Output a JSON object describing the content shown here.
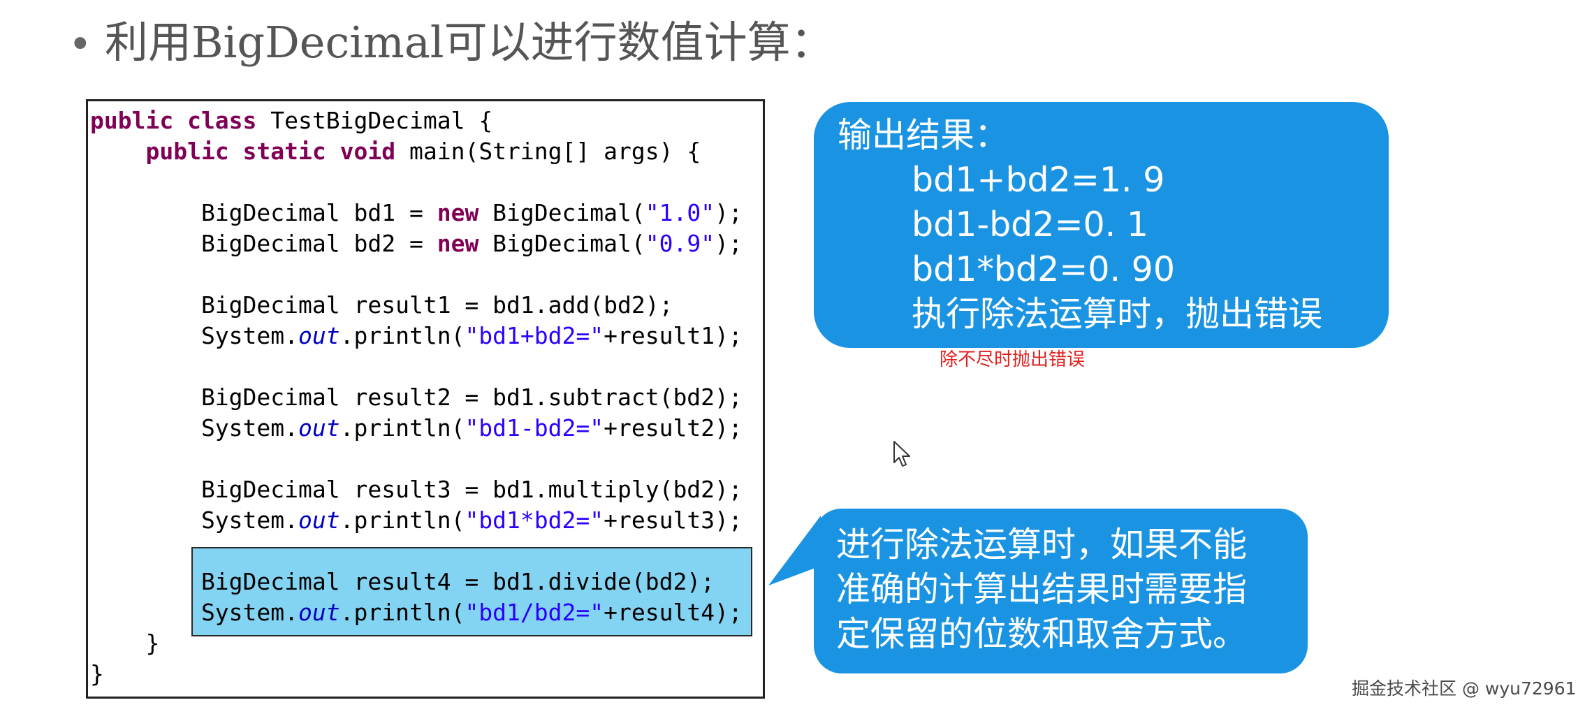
{
  "slide": {
    "bullet": "•",
    "title": "利用BigDecimal可以进行数值计算："
  },
  "code": {
    "lines": [
      [
        {
          "t": "public class",
          "c": "kw"
        },
        {
          "t": " TestBigDecimal {",
          "c": ""
        }
      ],
      [
        {
          "t": "    ",
          "c": ""
        },
        {
          "t": "public static void",
          "c": "kw"
        },
        {
          "t": " main(String[] args) {",
          "c": ""
        }
      ],
      [
        {
          "t": "",
          "c": ""
        }
      ],
      [
        {
          "t": "        BigDecimal bd1 = ",
          "c": ""
        },
        {
          "t": "new",
          "c": "kw"
        },
        {
          "t": " BigDecimal(",
          "c": ""
        },
        {
          "t": "\"1.0\"",
          "c": "str"
        },
        {
          "t": ");",
          "c": ""
        }
      ],
      [
        {
          "t": "        BigDecimal bd2 = ",
          "c": ""
        },
        {
          "t": "new",
          "c": "kw"
        },
        {
          "t": " BigDecimal(",
          "c": ""
        },
        {
          "t": "\"0.9\"",
          "c": "str"
        },
        {
          "t": ");",
          "c": ""
        }
      ],
      [
        {
          "t": "",
          "c": ""
        }
      ],
      [
        {
          "t": "        BigDecimal result1 = bd1.add(bd2);",
          "c": ""
        }
      ],
      [
        {
          "t": "        System.",
          "c": ""
        },
        {
          "t": "out",
          "c": "fld"
        },
        {
          "t": ".println(",
          "c": ""
        },
        {
          "t": "\"bd1+bd2=\"",
          "c": "str"
        },
        {
          "t": "+result1);",
          "c": ""
        }
      ],
      [
        {
          "t": "",
          "c": ""
        }
      ],
      [
        {
          "t": "        BigDecimal result2 = bd1.subtract(bd2);",
          "c": ""
        }
      ],
      [
        {
          "t": "        System.",
          "c": ""
        },
        {
          "t": "out",
          "c": "fld"
        },
        {
          "t": ".println(",
          "c": ""
        },
        {
          "t": "\"bd1-bd2=\"",
          "c": "str"
        },
        {
          "t": "+result2);",
          "c": ""
        }
      ],
      [
        {
          "t": "",
          "c": ""
        }
      ],
      [
        {
          "t": "        BigDecimal result3 = bd1.multiply(bd2);",
          "c": ""
        }
      ],
      [
        {
          "t": "        System.",
          "c": ""
        },
        {
          "t": "out",
          "c": "fld"
        },
        {
          "t": ".println(",
          "c": ""
        },
        {
          "t": "\"bd1*bd2=\"",
          "c": "str"
        },
        {
          "t": "+result3);",
          "c": ""
        }
      ],
      [
        {
          "t": "",
          "c": ""
        }
      ],
      [
        {
          "t": "        BigDecimal result4 = bd1.divide(bd2);",
          "c": ""
        }
      ],
      [
        {
          "t": "        System.",
          "c": ""
        },
        {
          "t": "out",
          "c": "fld"
        },
        {
          "t": ".println(",
          "c": ""
        },
        {
          "t": "\"bd1/bd2=\"",
          "c": "str"
        },
        {
          "t": "+result4);",
          "c": ""
        }
      ],
      [
        {
          "t": "    }",
          "c": ""
        }
      ],
      [
        {
          "t": "}",
          "c": ""
        }
      ]
    ],
    "highlighted_lines": [
      15,
      16
    ],
    "highlight_color": "#83d4f3"
  },
  "output_bubble": {
    "heading": "输出结果：",
    "lines": [
      "bd1+bd2=1. 9",
      "bd1-bd2=0. 1",
      "bd1*bd2=0. 90",
      "执行除法运算时，抛出错误"
    ],
    "color": "#1a94e2"
  },
  "annotation": {
    "text": "除不尽时抛出错误",
    "color": "#e02020"
  },
  "note_bubble": {
    "lines": [
      "进行除法运算时，如果不能",
      "准确的计算出结果时需要指",
      "定保留的位数和取舍方式。"
    ],
    "color": "#1a94e2"
  },
  "watermark": {
    "text": "掘金技术社区 @ wyu72961"
  },
  "icons": {
    "cursor": "mouse-pointer-icon"
  }
}
